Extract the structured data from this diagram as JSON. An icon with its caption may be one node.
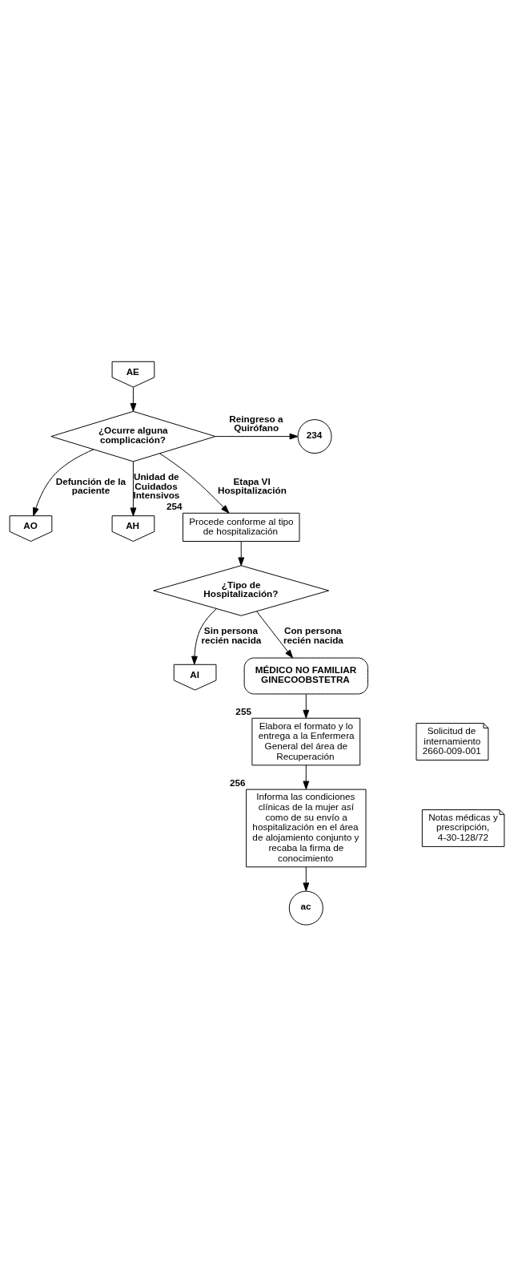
{
  "diagram": {
    "nodes": [
      {
        "text": [
          "AE"
        ]
      },
      {
        "text": [
          "¿Ocurre alguna complicación?"
        ]
      },
      {
        "text": [
          "AO"
        ]
      },
      {
        "text": [
          "234"
        ]
      },
      {
        "text": [
          "AH"
        ]
      },
      {
        "text": [
          "Procede conforme al tipo de hospitalización"
        ],
        "beside": [
          "254"
        ]
      },
      {
        "text": [
          "¿Tipo de Hospitalización?"
        ]
      },
      {
        "text": [
          "AI"
        ]
      },
      {
        "text": [
          "MÉDICO NO FAMILIAR GINECOOBSTETRA"
        ]
      },
      {
        "text": [
          "Elabora el formato y lo entrega a la Enfermera General del área de Recuperación"
        ],
        "beside": [
          "255"
        ]
      },
      {
        "text": [
          "Solicitud de internamiento 2660-009-001"
        ]
      },
      {
        "text": [
          "Informa las condiciones clínicas de la mujer así como de su envío a hospitalización en el área de alojamiento conjunto y recaba la firma de conocimiento"
        ],
        "beside": [
          "256"
        ]
      },
      {
        "text": [
          "Notas médicas y prescripción, 4-30-128/72"
        ]
      },
      {
        "text": [
          "ac"
        ]
      }
    ],
    "edges": [
      {
        "from": 0,
        "to": 1,
        "arrow": "to"
      },
      {
        "from": 1,
        "to": 2,
        "arrow": "to",
        "label": "Defunción de la paciente"
      },
      {
        "from": 1,
        "to": 3,
        "arrow": "to",
        "label": "Reingreso a Quirófano"
      },
      {
        "from": 1,
        "to": 4,
        "arrow": "to",
        "label": "Unidad de Cuidados Intensivos"
      },
      {
        "from": 1,
        "to": 5,
        "arrow": "to",
        "label": "Etapa VI Hospitalización"
      },
      {
        "from": 5,
        "to": 6,
        "arrow": "to"
      },
      {
        "from": 6,
        "to": 7,
        "arrow": "to",
        "label": "Sin persona recién nacida"
      },
      {
        "from": 6,
        "to": 8,
        "arrow": "to",
        "label": "Con persona recién nacida"
      },
      {
        "from": 8,
        "to": 9,
        "arrow": "to"
      },
      {
        "from": 9,
        "to": 11,
        "arrow": "to"
      },
      {
        "from": 11,
        "to": 13,
        "arrow": "to"
      }
    ]
  }
}
